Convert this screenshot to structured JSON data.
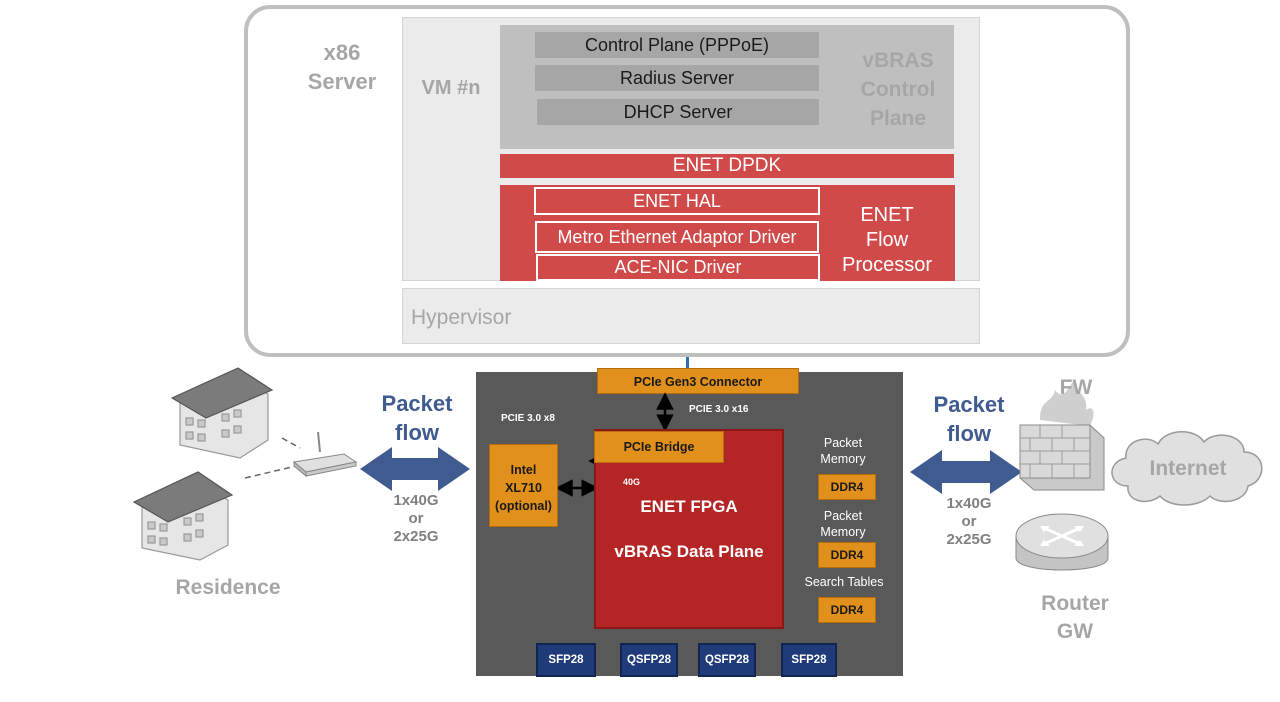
{
  "server": {
    "label_line1": "x86",
    "label_line2": "Server",
    "vm_label": "VM #n",
    "hypervisor_label": "Hypervisor"
  },
  "control_plane": {
    "items": [
      "Control Plane (PPPoE)",
      "Radius Server",
      "DHCP Server"
    ],
    "title_line1": "vBRAS",
    "title_line2": "Control",
    "title_line3": "Plane"
  },
  "dpdk_label": "ENET DPDK",
  "flow_processor": {
    "items": [
      "ENET HAL",
      "Metro Ethernet Adaptor Driver",
      "ACE-NIC Driver"
    ],
    "title_line1": "ENET",
    "title_line2": "Flow",
    "title_line3": "Processor"
  },
  "card": {
    "pcie_connector": "PCIe Gen3 Connector",
    "pcie_x16": "PCIE  3.0 x16",
    "pcie_x8": "PCIE  3.0 x8",
    "pcie_bridge": "PCIe Bridge",
    "link_40g": "40G",
    "intel_line1": "Intel",
    "intel_line2": "XL710",
    "intel_line3": "(optional)",
    "fpga_line1": "ENET FPGA",
    "fpga_line2": "vBRAS Data Plane",
    "memories": [
      {
        "label_line1": "Packet",
        "label_line2": "Memory",
        "chip": "DDR4"
      },
      {
        "label_line1": "Packet",
        "label_line2": "Memory",
        "chip": "DDR4"
      },
      {
        "label_line1": "Search Tables",
        "label_line2": "",
        "chip": "DDR4"
      }
    ],
    "ports": [
      "SFP28",
      "QSFP28",
      "QSFP28",
      "SFP28"
    ]
  },
  "left_side": {
    "packet_line1": "Packet",
    "packet_line2": "flow",
    "rate_line1": "1x40G",
    "rate_line2": "or",
    "rate_line3": "2x25G",
    "residence_label": "Residence"
  },
  "right_side": {
    "packet_line1": "Packet",
    "packet_line2": "flow",
    "rate_line1": "1x40G",
    "rate_line2": "or",
    "rate_line3": "2x25G",
    "fw_label": "FW",
    "internet_label": "Internet",
    "router_line1": "Router",
    "router_line2": "GW"
  },
  "colors": {
    "accent_red": "#d04a4a",
    "fpga_red": "#b42525",
    "orange": "#e2901c",
    "arrow_blue": "#3f5b8f",
    "port_blue": "#1f3b7a"
  }
}
